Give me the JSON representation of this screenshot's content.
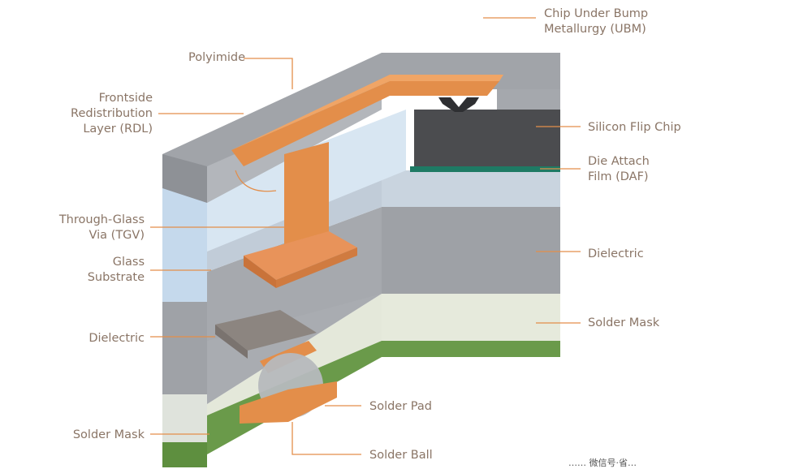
{
  "labels": {
    "ubm": "Chip Under Bump\nMetallurgy (UBM)",
    "polyimide": "Polyimide",
    "rdl": "Frontside\nRedistribution\nLayer (RDL)",
    "silicon_flip_chip": "Silicon Flip Chip",
    "daf": "Die Attach\nFilm (DAF)",
    "tgv": "Through-Glass\nVia (TGV)",
    "glass_substrate": "Glass\nSubstrate",
    "dielectric_right": "Dielectric",
    "solder_mask_right": "Solder Mask",
    "dielectric_left": "Dielectric",
    "solder_pad": "Solder Pad",
    "solder_mask_left": "Solder Mask",
    "solder_ball": "Solder Ball"
  },
  "watermark": "…… 微信号·省…"
}
